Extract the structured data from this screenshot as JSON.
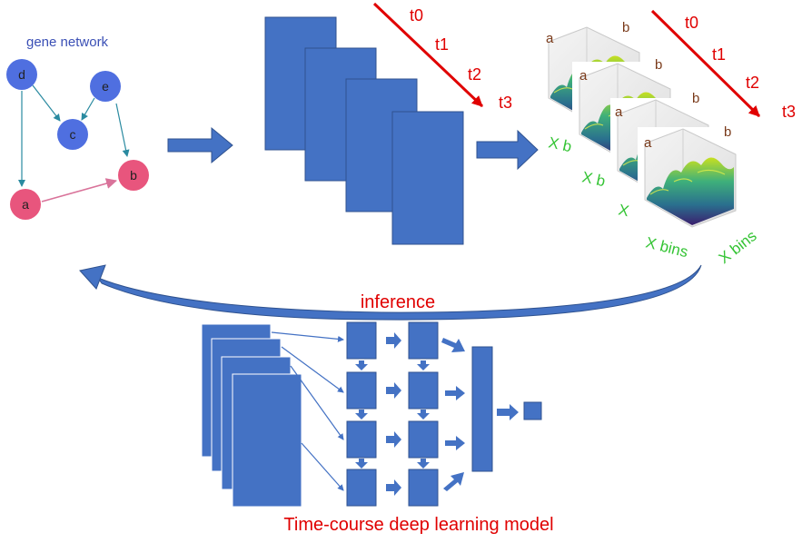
{
  "colors": {
    "block": "#4472c4",
    "block_border": "#2f528f",
    "node_blue": "#4f6fe0",
    "node_pink": "#e8557d",
    "edge_teal": "#2a8aa0",
    "edge_pink": "#d9739a",
    "time_red": "#e00000",
    "axis_green": "#35c435",
    "label_dark": "#333333"
  },
  "gene_network": {
    "title": "gene network",
    "nodes": [
      "d",
      "e",
      "c",
      "b",
      "a"
    ]
  },
  "time_labels": [
    "t0",
    "t1",
    "t2",
    "t3"
  ],
  "plots": {
    "corner_a": "a",
    "corner_b": "b",
    "axis_label": "X bins",
    "partial_labels": [
      "X b",
      "X b",
      "X"
    ]
  },
  "inference_label": "inference",
  "model_label": "Time-course deep learning model"
}
